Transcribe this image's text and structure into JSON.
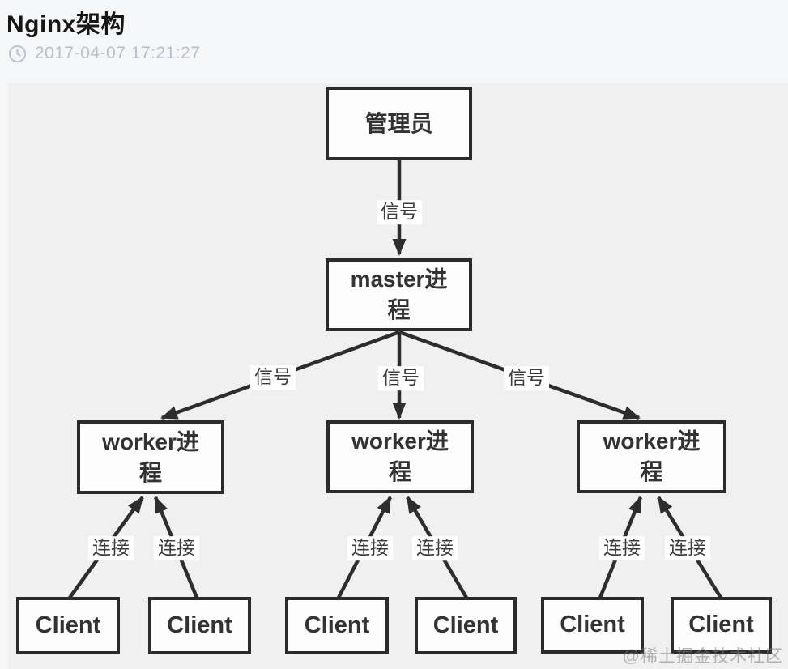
{
  "header": {
    "title": "Nginx架构",
    "timestamp": "2017-04-07 17:21:27",
    "clock_icon": "clock-icon"
  },
  "diagram": {
    "nodes": {
      "admin": "管理员",
      "master": "master进程",
      "worker": "worker进程",
      "client": "Client"
    },
    "edge_labels": {
      "signal": "信号",
      "connection": "连接"
    },
    "colors": {
      "canvas_bg": "#f0f0f1",
      "page_bg": "#f5f6f8",
      "box_border": "#2b2b2b",
      "box_fill": "#fdfdfd",
      "edge_line": "#2d2d2d",
      "timestamp_text": "#b4c0cc",
      "title_text": "#161616"
    }
  },
  "watermark": "@稀土掘金技术社区"
}
